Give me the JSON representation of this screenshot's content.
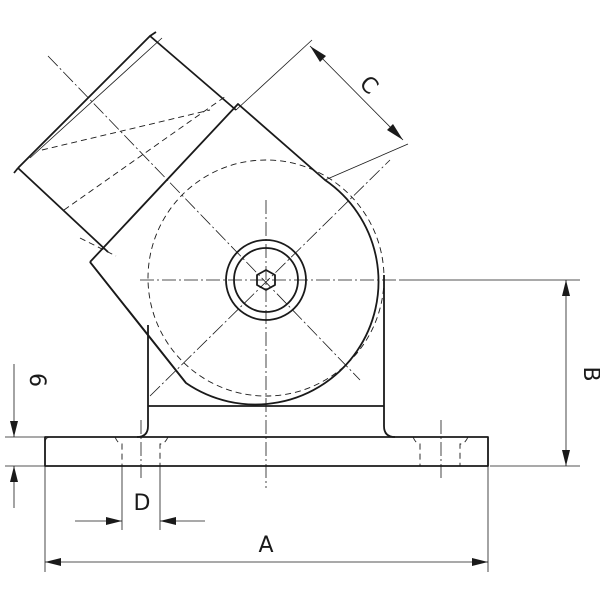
{
  "dimensions": {
    "a_label": "A",
    "b_label": "B",
    "c_label": "C",
    "d_label": "D",
    "thickness_label": "6"
  },
  "colors": {
    "line": "#1a1a1a",
    "background": "#ffffff"
  }
}
